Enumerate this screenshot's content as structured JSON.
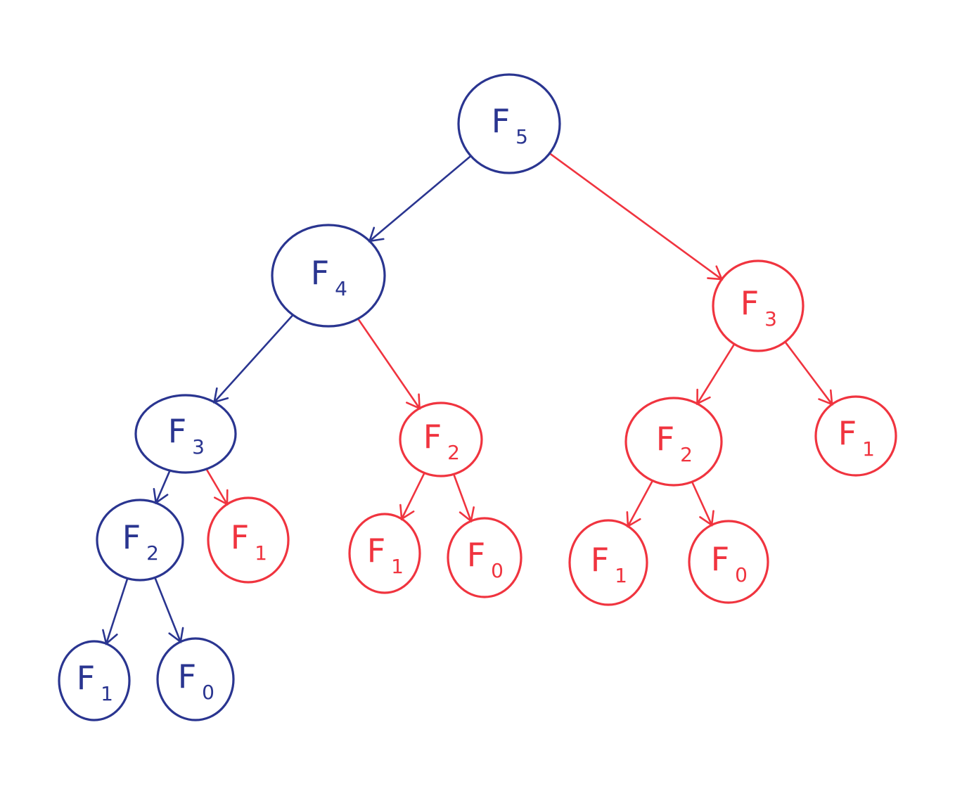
{
  "colors": {
    "blue": "#2a3590",
    "red": "#f0343f"
  },
  "nodes": [
    {
      "id": "n1",
      "label": "F",
      "sub": "5",
      "color": "blue"
    },
    {
      "id": "n2",
      "label": "F",
      "sub": "4",
      "color": "blue"
    },
    {
      "id": "n3",
      "label": "F",
      "sub": "3",
      "color": "red"
    },
    {
      "id": "n4",
      "label": "F",
      "sub": "3",
      "color": "blue"
    },
    {
      "id": "n5",
      "label": "F",
      "sub": "2",
      "color": "red"
    },
    {
      "id": "n6",
      "label": "F",
      "sub": "2",
      "color": "red"
    },
    {
      "id": "n7",
      "label": "F",
      "sub": "1",
      "color": "red"
    },
    {
      "id": "n8",
      "label": "F",
      "sub": "2",
      "color": "blue"
    },
    {
      "id": "n9",
      "label": "F",
      "sub": "1",
      "color": "red"
    },
    {
      "id": "n10",
      "label": "F",
      "sub": "1",
      "color": "red"
    },
    {
      "id": "n11",
      "label": "F",
      "sub": "0",
      "color": "red"
    },
    {
      "id": "n12",
      "label": "F",
      "sub": "1",
      "color": "red"
    },
    {
      "id": "n13",
      "label": "F",
      "sub": "0",
      "color": "red"
    },
    {
      "id": "n14",
      "label": "F",
      "sub": "1",
      "color": "blue"
    },
    {
      "id": "n15",
      "label": "F",
      "sub": "0",
      "color": "blue"
    }
  ],
  "edges": [
    {
      "from": "n1",
      "to": "n2",
      "color": "blue"
    },
    {
      "from": "n1",
      "to": "n3",
      "color": "red"
    },
    {
      "from": "n2",
      "to": "n4",
      "color": "blue"
    },
    {
      "from": "n2",
      "to": "n5",
      "color": "red"
    },
    {
      "from": "n3",
      "to": "n6",
      "color": "red"
    },
    {
      "from": "n3",
      "to": "n7",
      "color": "red"
    },
    {
      "from": "n4",
      "to": "n8",
      "color": "blue"
    },
    {
      "from": "n4",
      "to": "n9",
      "color": "red"
    },
    {
      "from": "n5",
      "to": "n10",
      "color": "red"
    },
    {
      "from": "n5",
      "to": "n11",
      "color": "red"
    },
    {
      "from": "n6",
      "to": "n12",
      "color": "red"
    },
    {
      "from": "n6",
      "to": "n13",
      "color": "red"
    },
    {
      "from": "n8",
      "to": "n14",
      "color": "blue"
    },
    {
      "from": "n8",
      "to": "n15",
      "color": "blue"
    }
  ]
}
